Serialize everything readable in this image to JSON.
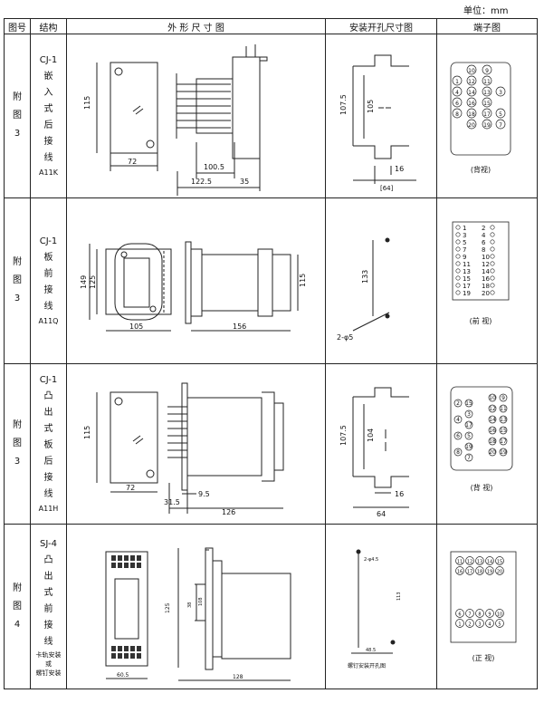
{
  "unit_label": "单位：mm",
  "headers": {
    "fig_no": "图号",
    "structure": "结构",
    "outline": "外 形 尺 寸 图",
    "cutout": "安装开孔尺寸图",
    "terminal": "端子图"
  },
  "rows": [
    {
      "fig": [
        "附",
        "图",
        "3"
      ],
      "struct": [
        "CJ-1",
        "嵌",
        "入",
        "式",
        "后",
        "接",
        "线"
      ],
      "model": "A11K",
      "dims": {
        "front_h": "115",
        "front_w": "72",
        "side_a": "100.5",
        "side_b": "122.5",
        "side_c": "35"
      },
      "cutout": {
        "h1": "107.5",
        "h2": "105",
        "w1": "16",
        "w2": "[64]"
      },
      "terminal_numbers": [
        "10",
        "9",
        "12",
        "11",
        "1",
        "4",
        "14",
        "13",
        "3",
        "16",
        "15",
        "6",
        "18",
        "17",
        "5",
        "8",
        "20",
        "19",
        "7"
      ],
      "terminal_caption": "(背视)"
    },
    {
      "fig": [
        "附",
        "图",
        "3"
      ],
      "struct": [
        "CJ-1",
        "板",
        "前",
        "接",
        "线"
      ],
      "model": "A11Q",
      "dims": {
        "front_h1": "149",
        "front_h2": "125",
        "front_w": "105",
        "side_w": "156",
        "side_h": "115"
      },
      "cutout": {
        "h": "133",
        "hole": "2-φ5"
      },
      "terminal_pairs": [
        [
          "1",
          "2"
        ],
        [
          "3",
          "4"
        ],
        [
          "5",
          "6"
        ],
        [
          "7",
          "8"
        ],
        [
          "9",
          "10"
        ],
        [
          "11",
          "12"
        ],
        [
          "13",
          "14"
        ],
        [
          "15",
          "16"
        ],
        [
          "17",
          "18"
        ],
        [
          "19",
          "20"
        ]
      ],
      "terminal_caption": "(前 视)"
    },
    {
      "fig": [
        "附",
        "图",
        "3"
      ],
      "struct": [
        "CJ-1",
        "凸",
        "出",
        "式",
        "板",
        "后",
        "接",
        "线"
      ],
      "model": "A11H",
      "dims": {
        "front_h": "115",
        "front_w": "72",
        "side_a": "9.5",
        "side_b": "31.5",
        "side_c": "126"
      },
      "cutout": {
        "h1": "107.5",
        "h2": "104",
        "w1": "16",
        "w2": "64"
      },
      "terminal_left": [
        "2",
        "4",
        "6",
        "8"
      ],
      "terminal_mid": [
        "15",
        "3",
        "17",
        "5",
        "19",
        "7"
      ],
      "terminal_right": [
        "10",
        "9",
        "12",
        "11",
        "14",
        "13",
        "16",
        "15",
        "18",
        "17",
        "20",
        "19"
      ],
      "terminal_caption": "(背 视)"
    },
    {
      "fig": [
        "附",
        "图",
        "4"
      ],
      "struct": [
        "SJ-4",
        "凸",
        "出",
        "式",
        "前",
        "接",
        "线"
      ],
      "note": [
        "卡轨安装",
        "或",
        "螺钉安装"
      ],
      "dims": {
        "front_w": "60.5",
        "side_h": "125",
        "side_h2": "38",
        "side_h3": "108",
        "side_w": "128"
      },
      "cutout": {
        "hole": "2-φ4.5",
        "h": "113",
        "w": "48.5",
        "caption": "螺钉安装开孔图"
      },
      "terminal_top": [
        "11",
        "12",
        "13",
        "14",
        "15",
        "16",
        "17",
        "18",
        "19",
        "20"
      ],
      "terminal_bottom": [
        "6",
        "7",
        "8",
        "9",
        "10",
        "1",
        "2",
        "3",
        "4",
        "5"
      ],
      "terminal_caption": "(正 视)"
    }
  ]
}
